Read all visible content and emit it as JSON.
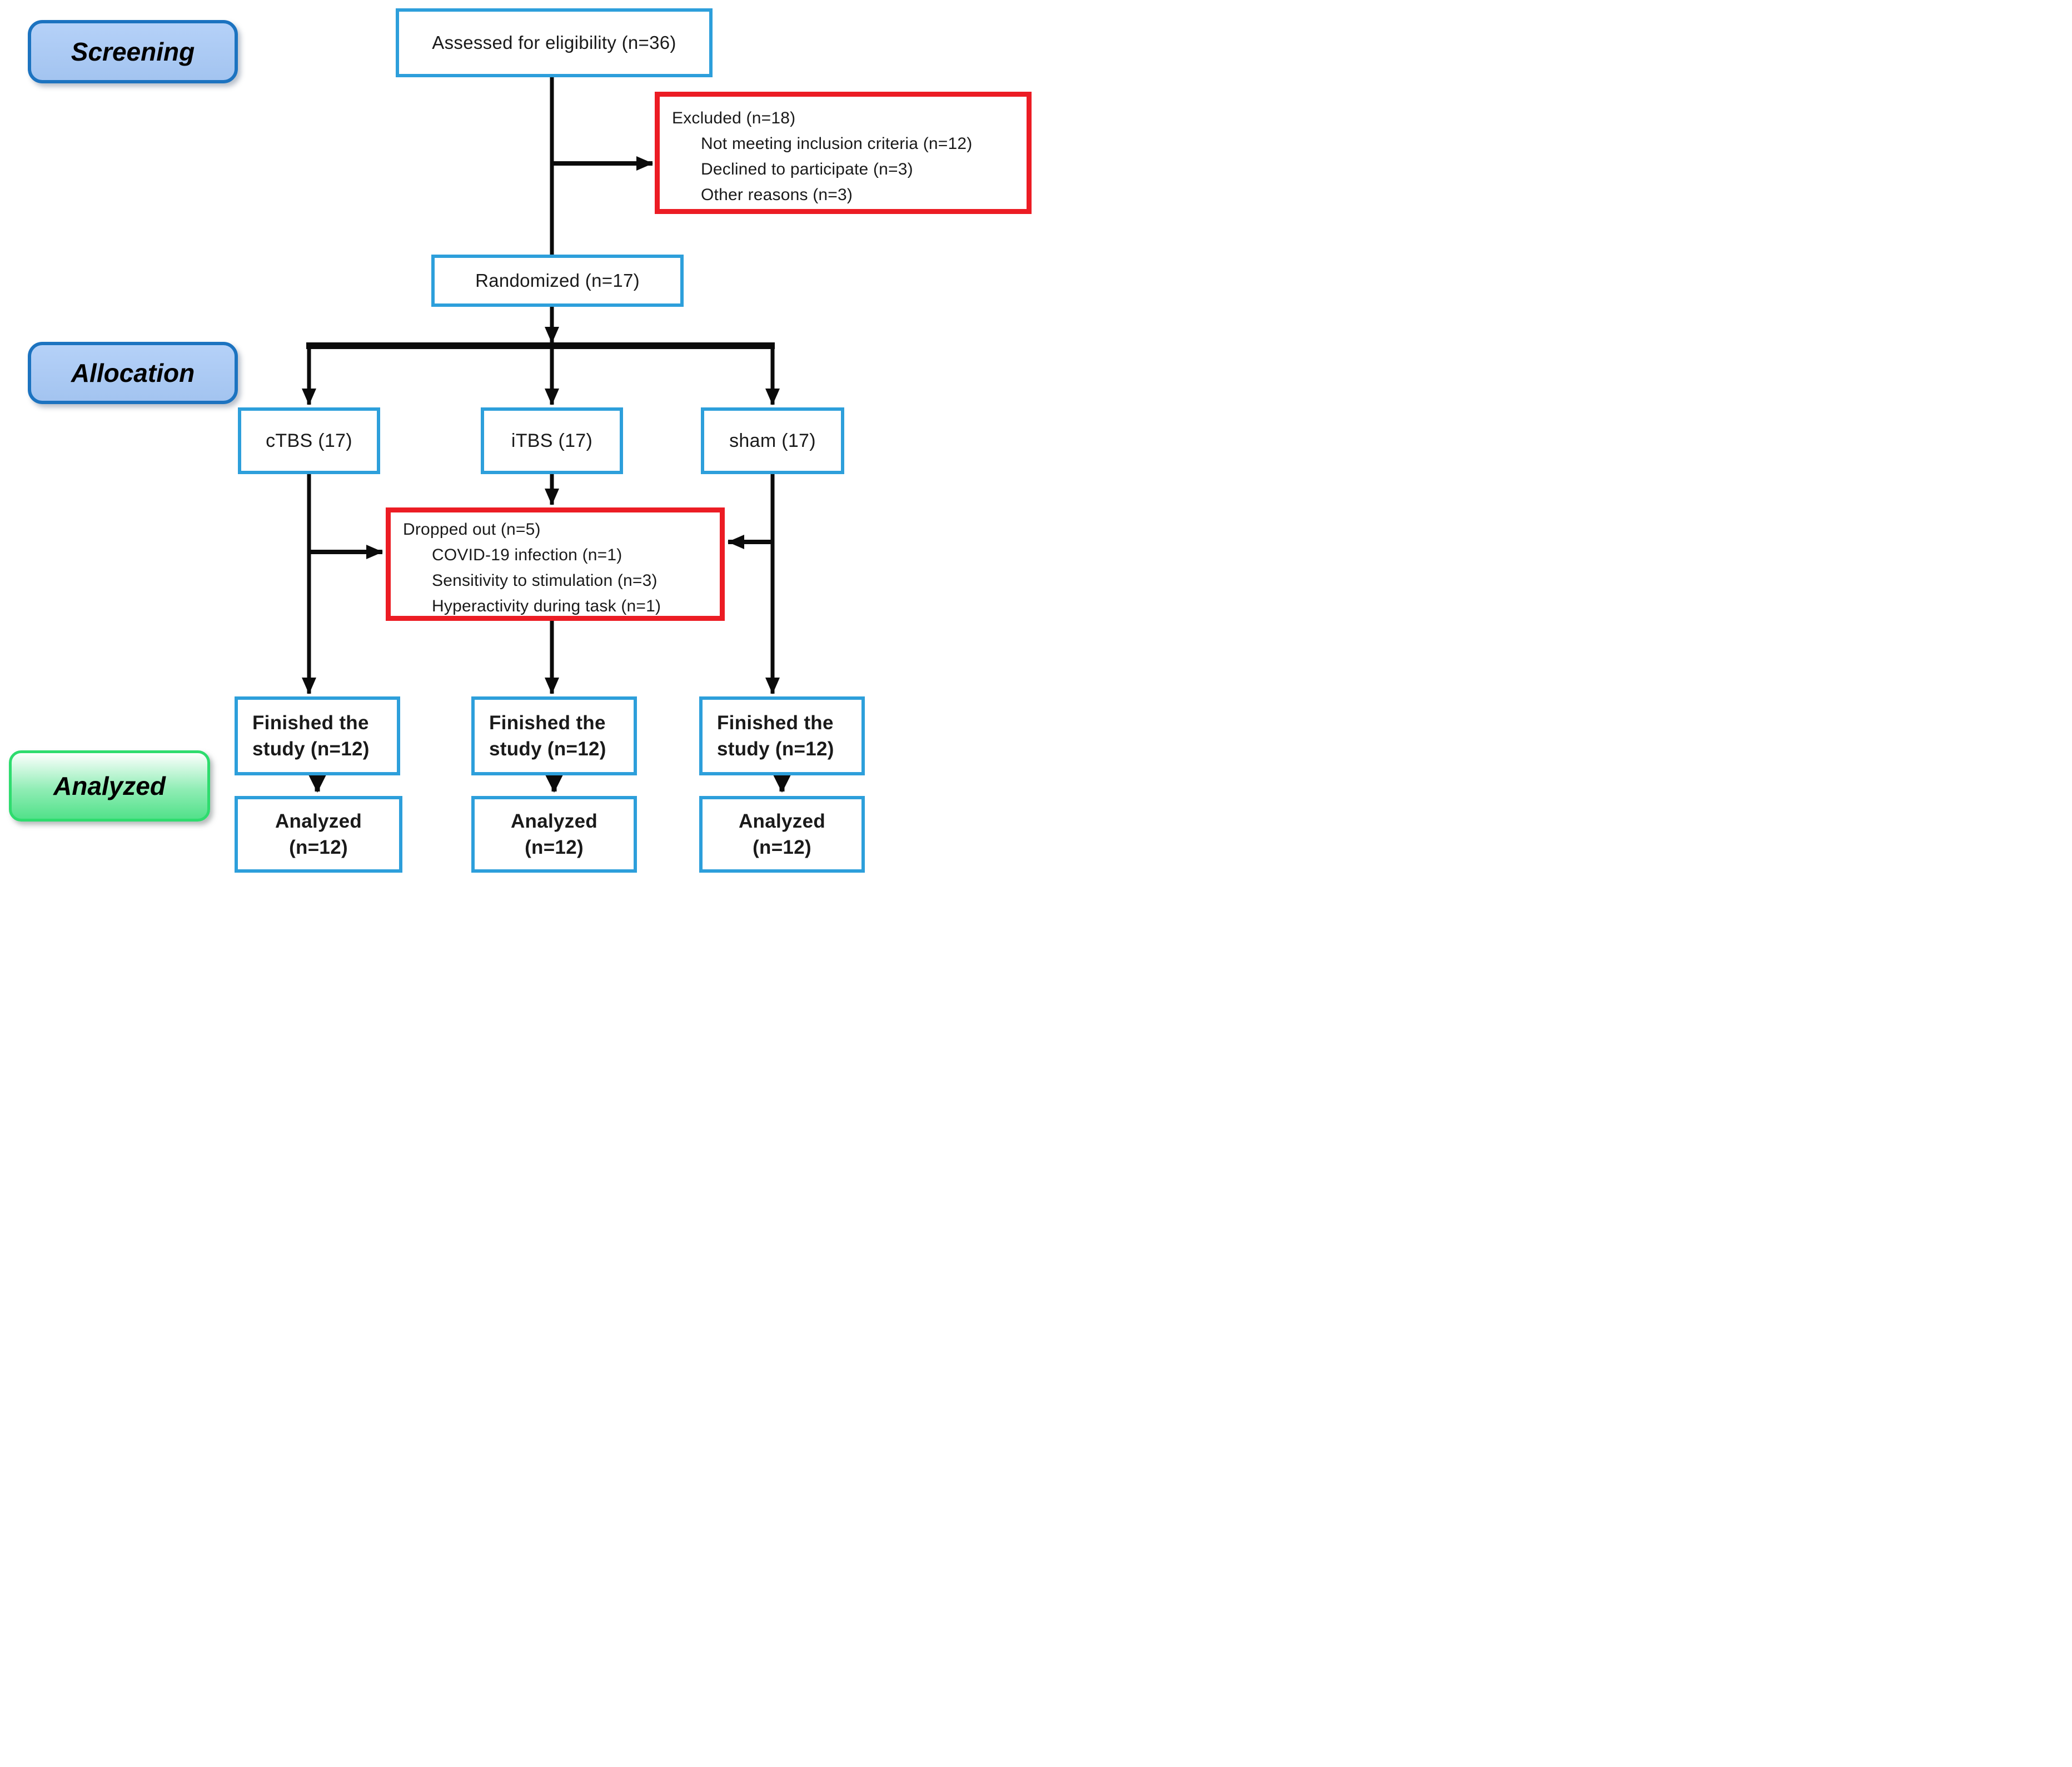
{
  "stages": {
    "screening": "Screening",
    "allocation": "Allocation",
    "analyzed": "Analyzed"
  },
  "flow": {
    "assessed": "Assessed for eligibility (n=36)",
    "excluded": {
      "title": "Excluded (n=18)",
      "items": [
        "Not meeting inclusion criteria (n=12)",
        "Declined to participate (n=3)",
        "Other reasons (n=3)"
      ]
    },
    "randomized": "Randomized (n=17)",
    "arms": [
      {
        "label": "cTBS (17)"
      },
      {
        "label": "iTBS (17)"
      },
      {
        "label": "sham (17)"
      }
    ],
    "dropped": {
      "title": "Dropped out (n=5)",
      "items": [
        "COVID-19 infection (n=1)",
        "Sensitivity to stimulation (n=3)",
        "Hyperactivity during task (n=1)"
      ]
    },
    "finished": [
      {
        "lines": [
          "Finished the",
          "study (n=12)"
        ]
      },
      {
        "lines": [
          "Finished the",
          "study (n=12)"
        ]
      },
      {
        "lines": [
          "Finished the",
          "study (n=12)"
        ]
      }
    ],
    "analyzed": [
      {
        "lines": [
          "Analyzed",
          "(n=12)"
        ]
      },
      {
        "lines": [
          "Analyzed",
          "(n=12)"
        ]
      },
      {
        "lines": [
          "Analyzed",
          "(n=12)"
        ]
      }
    ]
  },
  "colors": {
    "box_border_blue": "#2D9FDB",
    "box_border_red": "#EC1C24",
    "stage_fill_top": "#B5D1F8",
    "stage_fill_bottom": "#A3C4F0",
    "stage_border": "#1C73C0",
    "analyzed_fill_top": "#FDFFFE",
    "analyzed_fill_mid": "#90EDB5",
    "analyzed_fill_bottom": "#52E18A",
    "analyzed_border": "#2EDC6E",
    "arrow": "#0B0B0B",
    "ink": "#1A1A1A"
  }
}
